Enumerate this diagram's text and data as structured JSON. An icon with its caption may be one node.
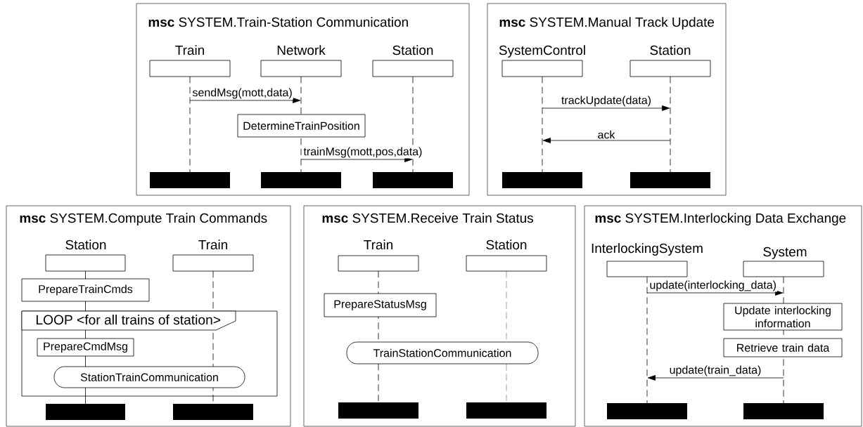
{
  "diagram": {
    "nodes": [
      {
        "text": [
          "**msc** SYSTEM.Train-Station Communication"
        ]
      },
      {
        "text": [
          "Train"
        ],
        "in": 0
      },
      {
        "text": [
          "Network"
        ],
        "in": 0
      },
      {
        "text": [
          "Station"
        ],
        "in": 0
      },
      {
        "text": [
          "DetermineTrainPosition"
        ],
        "in": 0
      },
      {
        "text": [
          "**msc** SYSTEM.Manual Track Update"
        ]
      },
      {
        "text": [
          "SystemControl"
        ],
        "in": 5
      },
      {
        "text": [
          "Station"
        ],
        "in": 5
      },
      {
        "text": [
          "**msc** SYSTEM.Compute Train Commands"
        ]
      },
      {
        "text": [
          "Station"
        ],
        "in": 8
      },
      {
        "text": [
          "Train"
        ],
        "in": 8
      },
      {
        "text": [
          "PrepareTrainCmds"
        ],
        "in": 8
      },
      {
        "text": [
          "LOOP <for all trains of station>"
        ],
        "in": 8
      },
      {
        "text": [
          "PrepareCmdMsg"
        ],
        "in": 12
      },
      {
        "text": [
          "StationTrainCommunication"
        ],
        "in": 12
      },
      {
        "text": [
          "**msc** SYSTEM.Receive Train Status"
        ]
      },
      {
        "text": [
          "Train"
        ],
        "in": 15
      },
      {
        "text": [
          "Station"
        ],
        "in": 15
      },
      {
        "text": [
          "PrepareStatusMsg"
        ],
        "in": 15
      },
      {
        "text": [
          "TrainStationCommunication"
        ],
        "in": 15
      },
      {
        "text": [
          "**msc** SYSTEM.Interlocking Data Exchange"
        ]
      },
      {
        "text": [
          "InterlockingSystem"
        ],
        "in": 20
      },
      {
        "text": [
          "System"
        ],
        "in": 20
      },
      {
        "text": [
          "Update interlocking information"
        ],
        "in": 20
      },
      {
        "text": [
          "Retrieve train data"
        ],
        "in": 20
      }
    ],
    "edges": [
      {
        "from": 1,
        "to": 2,
        "arrow": "to",
        "label": "sendMsg(mott,data)"
      },
      {
        "from": 2,
        "to": 3,
        "arrow": "to",
        "label": "trainMsg(mott,pos,data)"
      },
      {
        "from": 6,
        "to": 7,
        "arrow": "to",
        "label": "trackUpdate(data)"
      },
      {
        "from": 7,
        "to": 6,
        "arrow": "to",
        "label": "ack"
      },
      {
        "from": 21,
        "to": 22,
        "arrow": "to",
        "label": "update(interlocking_data)"
      },
      {
        "from": 22,
        "to": 21,
        "arrow": "to",
        "label": "update(train_data)"
      }
    ]
  }
}
